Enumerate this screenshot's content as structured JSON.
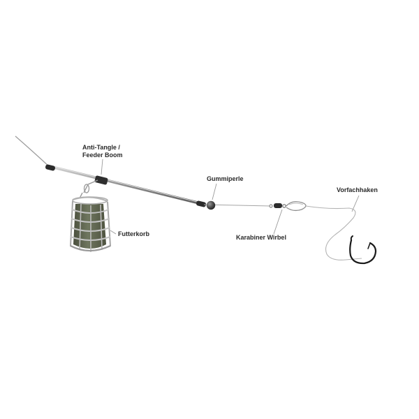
{
  "labels": {
    "boom_line1": "Anti-Tangle /",
    "boom_line2": "Feeder Boom",
    "bead": "Gummiperle",
    "feeder": "Futterkorb",
    "swivel": "Karabiner Wirbel",
    "hook": "Vorfachhaken"
  },
  "colors": {
    "background": "#ffffff",
    "line": "#9c9c9c",
    "boom": "#8a8a8a",
    "tube": "#2b2b2b",
    "feeder_body": "#5f6550",
    "cage": "#b5b5b5",
    "hook": "#1a1a1a",
    "text": "#2a2a2a"
  },
  "icons": {
    "feeder": "feeder-basket-icon",
    "bead": "rubber-bead-icon",
    "swivel": "snap-swivel-icon",
    "hook": "fishing-hook-icon"
  }
}
